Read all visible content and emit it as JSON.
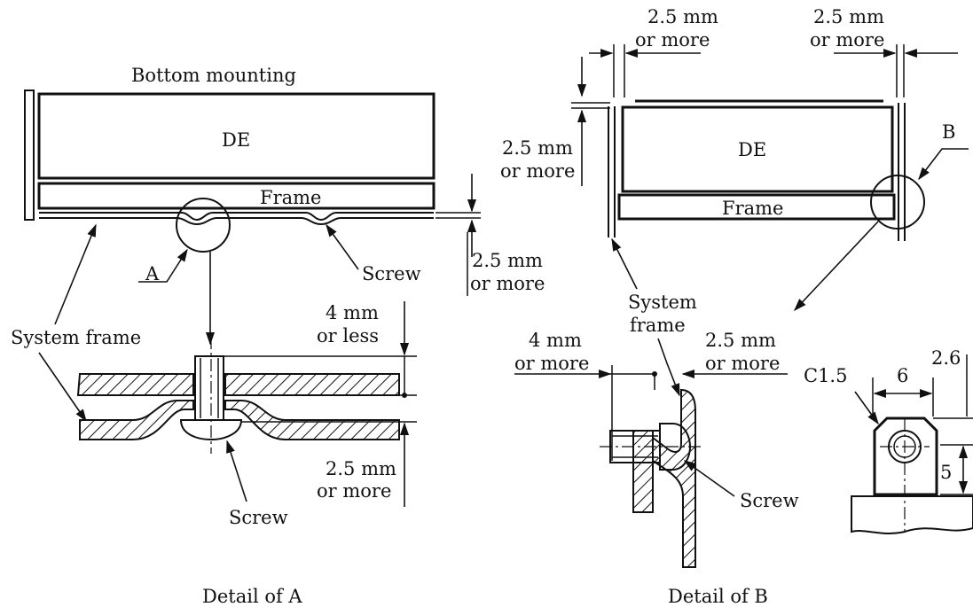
{
  "labels": {
    "bottom_mounting": "Bottom mounting",
    "de_left": "DE",
    "frame_left": "Frame",
    "screw_top": "Screw",
    "callout_a": "A",
    "system_frame_left": "System frame",
    "dim_4mm_less_1": "4 mm",
    "dim_4mm_less_2": "or less",
    "dim_25_left_1": "2.5 mm",
    "dim_25_left_2": "or more",
    "dim_25_side_1": "2.5 mm",
    "dim_25_side_2": "or more",
    "screw_detail_a": "Screw",
    "detail_a_caption": "Detail of A",
    "dim_25_top_left_1": "2.5 mm",
    "dim_25_top_left_2": "or more",
    "dim_25_top_right_1": "2.5 mm",
    "dim_25_top_right_2": "or more",
    "dim_25_right_vert_1": "2.5 mm",
    "dim_25_right_vert_2": "or more",
    "de_right": "DE",
    "frame_right": "Frame",
    "callout_b": "B",
    "system_frame_right_1": "System",
    "system_frame_right_2": "frame",
    "dim_4mm_more_1": "4 mm",
    "dim_4mm_more_2": "or more",
    "dim_25_detail_b_1": "2.5 mm",
    "dim_25_detail_b_2": "or more",
    "screw_detail_b": "Screw",
    "c15": "C1.5",
    "dim_6": "6",
    "dim_26": "2.6",
    "dim_5": "5",
    "detail_b_caption": "Detail of B"
  }
}
